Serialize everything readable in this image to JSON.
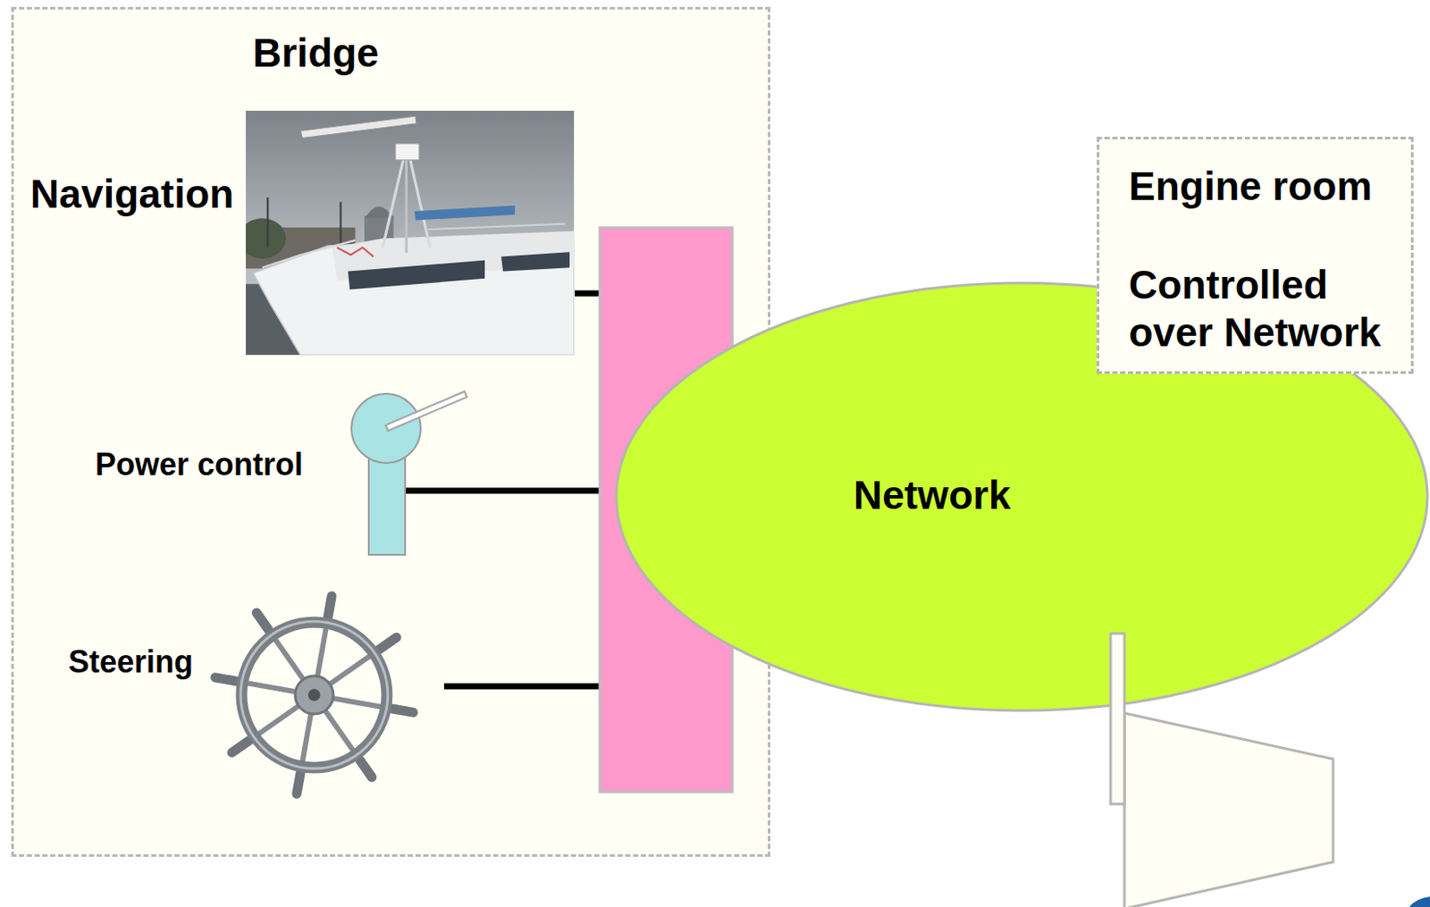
{
  "diagram": {
    "nodes": [
      {
        "text": [
          "Bridge"
        ]
      },
      {
        "text": [
          "Network"
        ]
      },
      {
        "text": [
          "Engine room",
          "Controlled over Network"
        ]
      }
    ],
    "labels": [
      "Navigation",
      "Power control",
      "Steering"
    ]
  }
}
